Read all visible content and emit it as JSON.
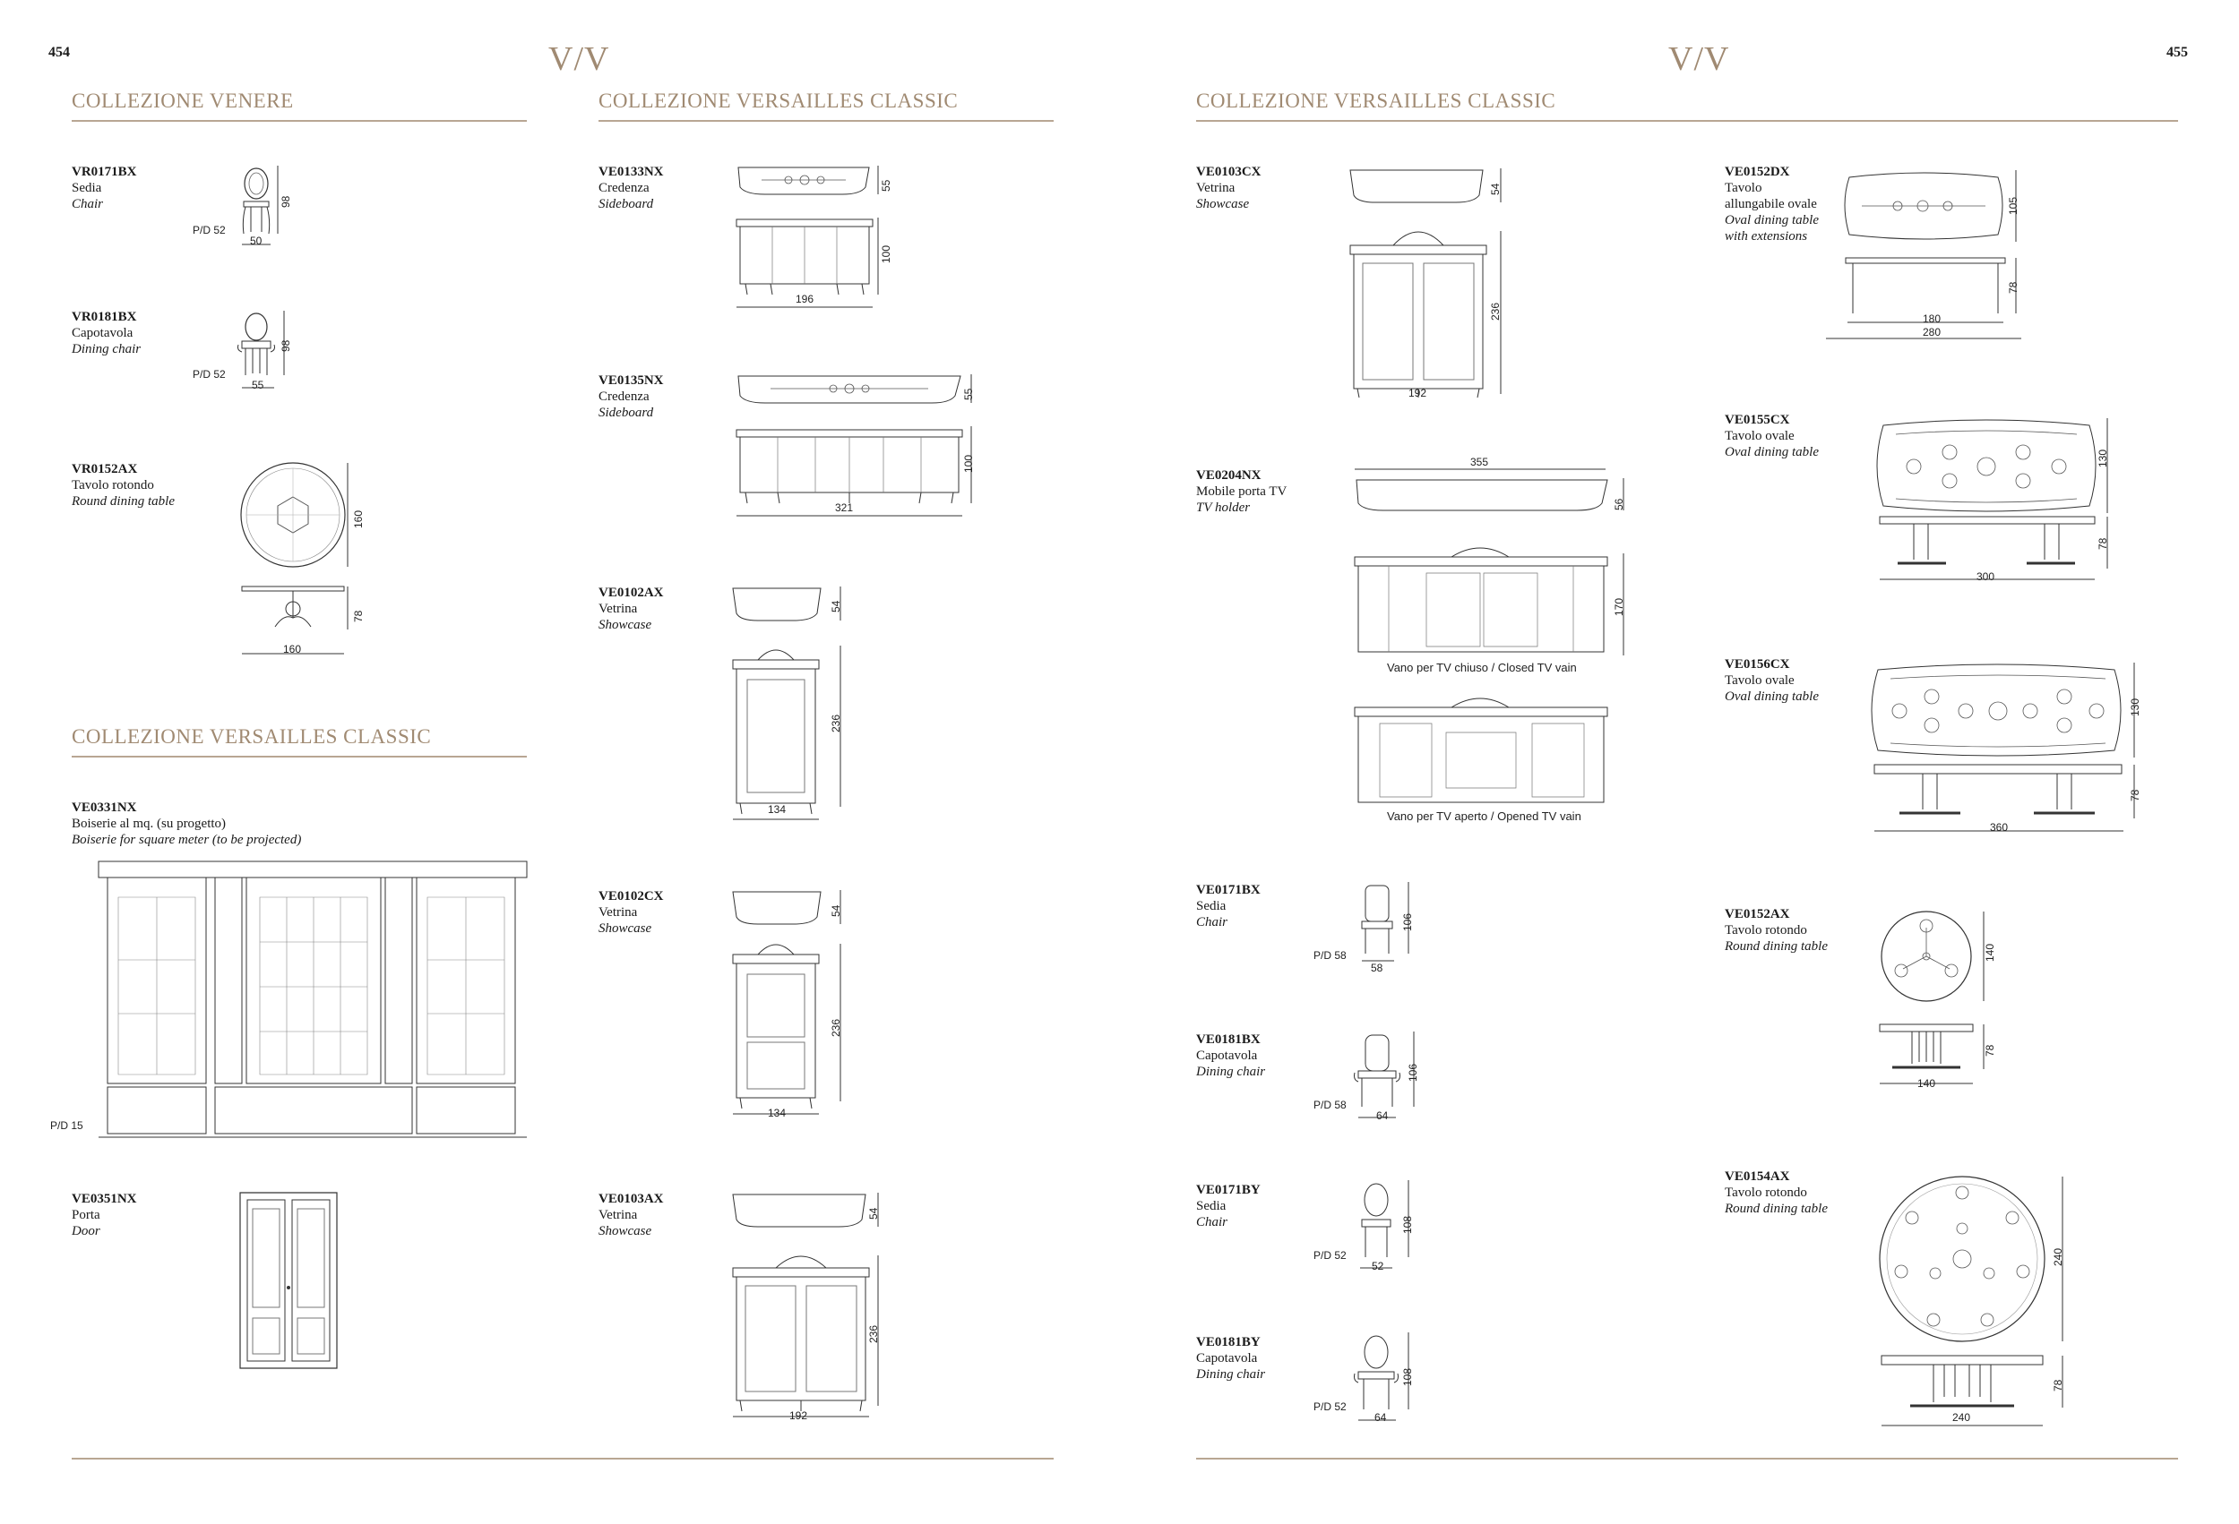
{
  "pages": {
    "left_number": "454",
    "right_number": "455",
    "logo": "V/V"
  },
  "sections": {
    "venere": "COLLEZIONE VENERE",
    "versailles_left_bottom": "COLLEZIONE VERSAILLES CLASSIC",
    "versailles_middle": "COLLEZIONE VERSAILLES CLASSIC",
    "versailles_right": "COLLEZIONE VERSAILLES CLASSIC"
  },
  "items": {
    "vr0171bx": {
      "code": "VR0171BX",
      "it": "Sedia",
      "en": "Chair",
      "pd": "P/D  52",
      "w": "50",
      "h": "98"
    },
    "vr0181bx": {
      "code": "VR0181BX",
      "it": "Capotavola",
      "en": "Dining chair",
      "pd": "P/D  52",
      "w": "55",
      "h": "98"
    },
    "vr0152ax": {
      "code": "VR0152AX",
      "it": "Tavolo rotondo",
      "en": "Round dining table",
      "w": "160",
      "h": "78",
      "d": "160"
    },
    "ve0331nx": {
      "code": "VE0331NX",
      "it": "Boiserie al mq. (su progetto)",
      "en": "Boiserie for square meter (to be projected)",
      "pd": "P/D  15"
    },
    "ve0351nx": {
      "code": "VE0351NX",
      "it": "Porta",
      "en": "Door"
    },
    "ve0133nx": {
      "code": "VE0133NX",
      "it": "Credenza",
      "en": "Sideboard",
      "w": "196",
      "h": "100",
      "d": "55"
    },
    "ve0135nx": {
      "code": "VE0135NX",
      "it": "Credenza",
      "en": "Sideboard",
      "w": "321",
      "h": "100",
      "d": "55"
    },
    "ve0102ax": {
      "code": "VE0102AX",
      "it": "Vetrina",
      "en": "Showcase",
      "w": "134",
      "h": "236",
      "d": "54"
    },
    "ve0102cx": {
      "code": "VE0102CX",
      "it": "Vetrina",
      "en": "Showcase",
      "w": "134",
      "h": "236",
      "d": "54"
    },
    "ve0103ax": {
      "code": "VE0103AX",
      "it": "Vetrina",
      "en": "Showcase",
      "w": "192",
      "h": "236",
      "d": "54"
    },
    "ve0103cx": {
      "code": "VE0103CX",
      "it": "Vetrina",
      "en": "Showcase",
      "w": "192",
      "h": "236",
      "d": "54"
    },
    "ve0204nx": {
      "code": "VE0204NX",
      "it": "Mobile porta TV",
      "en": "TV holder",
      "w": "355",
      "h": "170",
      "d": "56",
      "closed": "Vano per TV chiuso / Closed TV vain",
      "opened": "Vano per TV aperto / Opened TV vain"
    },
    "ve0171bx": {
      "code": "VE0171BX",
      "it": "Sedia",
      "en": "Chair",
      "pd": "P/D  58",
      "w": "58",
      "h": "106"
    },
    "ve0181bx": {
      "code": "VE0181BX",
      "it": "Capotavola",
      "en": "Dining chair",
      "pd": "P/D  58",
      "w": "64",
      "h": "106"
    },
    "ve0171by": {
      "code": "VE0171BY",
      "it": "Sedia",
      "en": "Chair",
      "pd": "P/D  52",
      "w": "52",
      "h": "108"
    },
    "ve0181by": {
      "code": "VE0181BY",
      "it": "Capotavola",
      "en": "Dining chair",
      "pd": "P/D  52",
      "w": "64",
      "h": "108"
    },
    "ve0152dx": {
      "code": "VE0152DX",
      "it1": "Tavolo",
      "it2": "allungabile ovale",
      "en1": "Oval dining table",
      "en2": "with extensions",
      "w": "180",
      "w2": "280",
      "h": "78",
      "d": "105"
    },
    "ve0155cx": {
      "code": "VE0155CX",
      "it": "Tavolo ovale",
      "en": "Oval dining table",
      "w": "300",
      "h": "78",
      "d": "130"
    },
    "ve0156cx": {
      "code": "VE0156CX",
      "it": "Tavolo ovale",
      "en": "Oval dining table",
      "w": "360",
      "h": "78",
      "d": "130"
    },
    "ve0152ax": {
      "code": "VE0152AX",
      "it": "Tavolo rotondo",
      "en": "Round dining table",
      "w": "140",
      "h": "78",
      "d": "140"
    },
    "ve0154ax": {
      "code": "VE0154AX",
      "it": "Tavolo rotondo",
      "en": "Round dining table",
      "w": "240",
      "h": "78",
      "d": "240"
    }
  },
  "colors": {
    "accent": "#a08a72",
    "rule": "#b8a693",
    "ink": "#1a1a1a"
  }
}
